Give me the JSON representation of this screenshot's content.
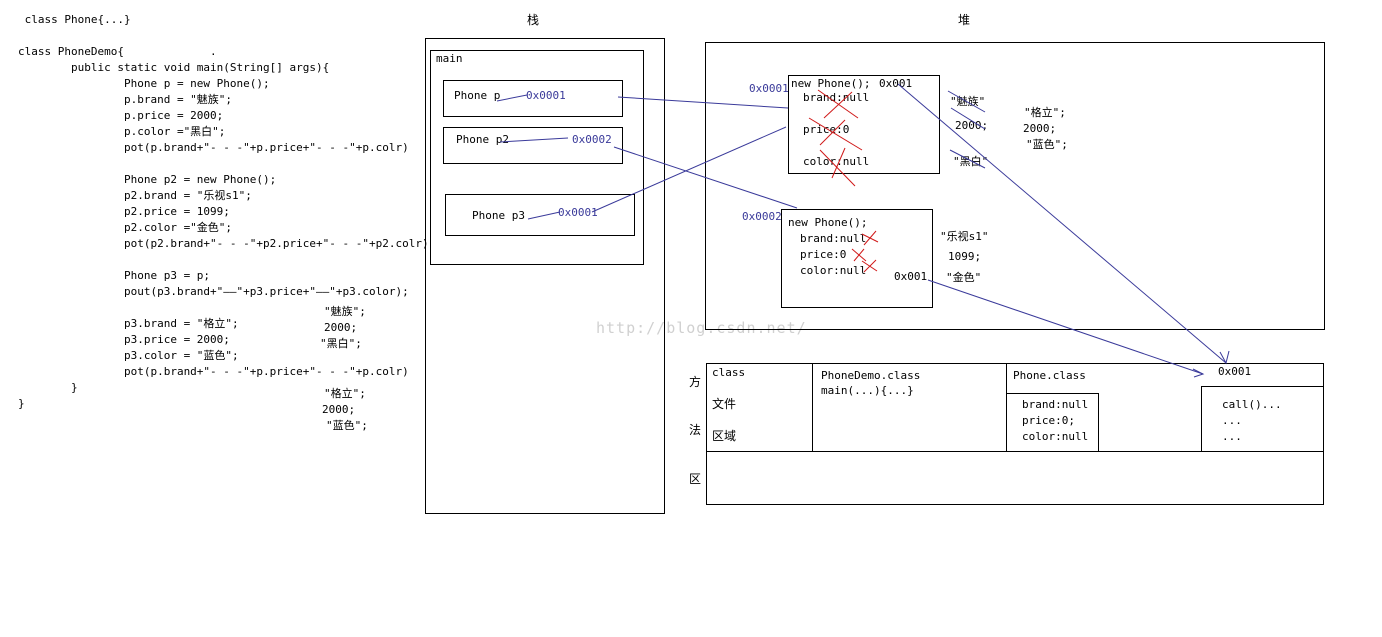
{
  "code": {
    "lines": [
      " class Phone{...}",
      "",
      "class PhoneDemo{             .",
      "        public static void main(String[] args){",
      "                Phone p = new Phone();",
      "                p.brand = \"魅族\";",
      "                p.price = 2000;",
      "                p.color =\"黑白\";",
      "                pot(p.brand+\"- - -\"+p.price+\"- - -\"+p.colr)",
      "",
      "                Phone p2 = new Phone();",
      "                p2.brand = \"乐视s1\";",
      "                p2.price = 1099;",
      "                p2.color =\"金色\";",
      "                pot(p2.brand+\"- - -\"+p2.price+\"- - -\"+p2.colr)",
      "",
      "                Phone p3 = p;",
      "                pout(p3.brand+\"——\"+p3.price+\"——\"+p3.color);",
      "",
      "                p3.brand = \"格立\";",
      "                p3.price = 2000;",
      "                p3.color = \"蓝色\";",
      "                pot(p.brand+\"- - -\"+p.price+\"- - -\"+p.colr)",
      "        }",
      "}"
    ],
    "output1": [
      "\"魅族\";",
      "2000;",
      "\"黑白\";"
    ],
    "output2": [
      "\"格立\";",
      "2000;",
      "\"蓝色\";"
    ]
  },
  "stack": {
    "title": "栈",
    "frame_label": "main",
    "vars": [
      {
        "label": "Phone p",
        "addr": "0x0001"
      },
      {
        "label": "Phone p2",
        "addr": "0x0002"
      },
      {
        "label": "Phone p3",
        "addr": "0x0001"
      }
    ]
  },
  "heap": {
    "title": "堆",
    "obj1": {
      "addr": "0x0001",
      "new": "new Phone();",
      "class_ref": "0x001",
      "brand": "brand:null",
      "price": "price:0",
      "color": "color:null",
      "values_old": [
        "\"魅族\"",
        "2000;",
        "\"黑白\""
      ],
      "values_new": [
        "\"格立\";",
        "2000;",
        "\"蓝色\";"
      ]
    },
    "obj2": {
      "addr": "0x0002",
      "new": "new Phone();",
      "class_ref": "0x001",
      "brand": "brand:null",
      "price": "price:0",
      "color": "color:null",
      "values": [
        "\"乐视s1\"",
        "1099;",
        "\"金色\""
      ]
    }
  },
  "method_area": {
    "side_label": [
      "方",
      "法",
      "区"
    ],
    "class_files": [
      "class",
      "文件",
      "区域"
    ],
    "phonedemo": {
      "name": "PhoneDemo.class",
      "main": "main(...){...}"
    },
    "phone": {
      "name": "Phone.class",
      "fields": [
        "brand:null",
        "price:0;",
        "color:null"
      ]
    },
    "methods": {
      "addr": "0x001",
      "lines": [
        "call()...",
        "...",
        "..."
      ]
    }
  },
  "watermark": "http://blog.csdn.net/",
  "colors": {
    "arrow": "#3a3a9a",
    "cross": "#d01818"
  }
}
